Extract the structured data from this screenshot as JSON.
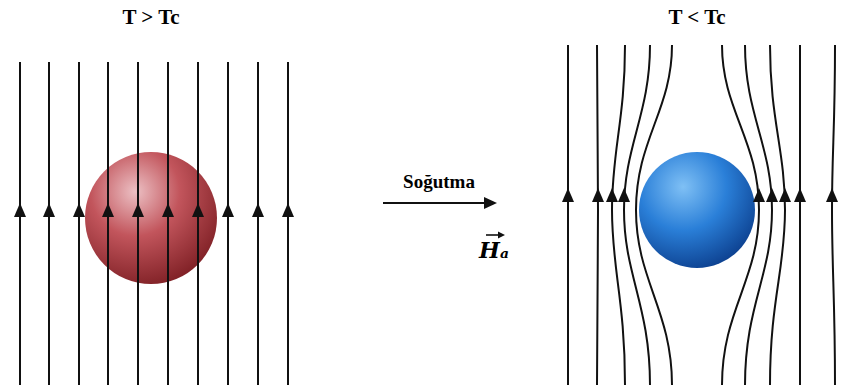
{
  "diagram": {
    "labels": [
      "T > Tc",
      "T < Tc",
      "Soğutma",
      "Hₐ"
    ]
  }
}
